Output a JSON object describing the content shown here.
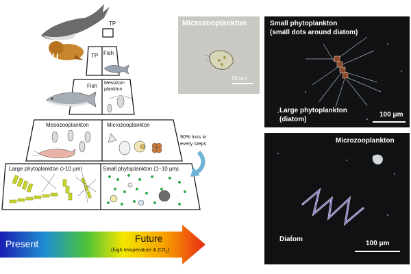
{
  "pyramid": {
    "tiers": [
      {
        "left_label": "TP",
        "top_label": "TP",
        "right_label": "Fish"
      },
      {
        "left_label": "Fish",
        "right_label_line1": "Mesozoo-",
        "right_label_line2": "plankton"
      },
      {
        "left_label": "Mesozooplankton",
        "right_label": "Microzooplankton"
      },
      {
        "left_label": "Large phytoplankton (>10 μm)",
        "right_label": "Small phytoplankton (1–10 μm)"
      }
    ],
    "loss_note_line1": "90% loss in",
    "loss_note_line2": "every steps"
  },
  "arrow": {
    "present_label": "Present",
    "future_label": "Future",
    "future_sub_label": "(high temperature & CO",
    "future_sub_subscript": "2",
    "future_sub_close": ")",
    "colors": [
      "#1a1fb4",
      "#1f8fd0",
      "#4cc23a",
      "#f4e600",
      "#f7a000",
      "#ea2a14"
    ]
  },
  "photos": {
    "top_left": {
      "title": "Microzooplankton",
      "scale": "50 μm"
    },
    "top_right": {
      "title_line1": "Small phytoplankton",
      "title_line2": "(small dots around diatom)",
      "label_line1": "Large phytoplankton",
      "label_line2": "(diatom)",
      "scale": "100 μm"
    },
    "bottom_right": {
      "title": "Microzooplankton",
      "label": "Diatom",
      "scale": "100 μm"
    }
  },
  "colors": {
    "accent_yellow": "#c8d42a",
    "green_dots": "#2faa4a",
    "cycle_arrow": "#6fb3d6"
  }
}
